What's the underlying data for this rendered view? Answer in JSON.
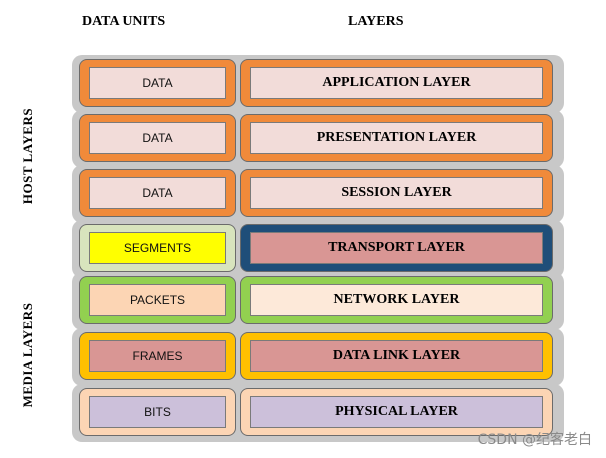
{
  "headers": {
    "data_units": "DATA UNITS",
    "layers": "LAYERS"
  },
  "groups": {
    "host": "HOST LAYERS",
    "media": "MEDIA LAYERS"
  },
  "rows": [
    {
      "unit": "DATA",
      "layer": "APPLICATION LAYER",
      "unit_border": "#f08a3a",
      "unit_fill": "#f2dcd9",
      "layer_border": "#f08a3a",
      "layer_fill": "#f2dcd9"
    },
    {
      "unit": "DATA",
      "layer": "PRESENTATION LAYER",
      "unit_border": "#f08a3a",
      "unit_fill": "#f2dcd9",
      "layer_border": "#f08a3a",
      "layer_fill": "#f2dcd9"
    },
    {
      "unit": "DATA",
      "layer": "SESSION LAYER",
      "unit_border": "#f08a3a",
      "unit_fill": "#f2dcd9",
      "layer_border": "#f08a3a",
      "layer_fill": "#f2dcd9"
    },
    {
      "unit": "SEGMENTS",
      "layer": "TRANSPORT LAYER",
      "unit_border": "#d8e4bd",
      "unit_fill": "#ffff00",
      "layer_border": "#1f4e79",
      "layer_fill": "#d99694"
    },
    {
      "unit": "PACKETS",
      "layer": "NETWORK LAYER",
      "unit_border": "#92d050",
      "unit_fill": "#fcd5b4",
      "layer_border": "#92d050",
      "layer_fill": "#fde9d9"
    },
    {
      "unit": "FRAMES",
      "layer": "DATA LINK LAYER",
      "unit_border": "#ffc000",
      "unit_fill": "#d99694",
      "layer_border": "#ffc000",
      "layer_fill": "#d99694"
    },
    {
      "unit": "BITS",
      "layer": "PHYSICAL LAYER",
      "unit_border": "#fcd5b4",
      "unit_fill": "#ccc0da",
      "layer_border": "#fcd5b4",
      "layer_fill": "#ccc0da"
    }
  ],
  "watermark": "CSDN @纪客老白"
}
